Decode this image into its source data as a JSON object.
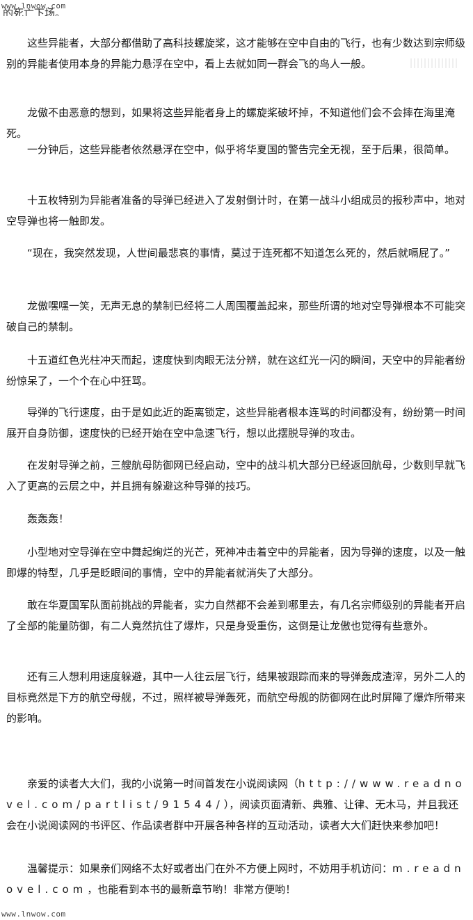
{
  "watermark": {
    "top": "www.lnwow.com",
    "bottom": "www.lnwow.com"
  },
  "cut_line": "的死亡下场。",
  "paragraphs": [
    "这些异能者，大部分都借助了高科技螺旋桨，这才能够在空中自由的飞行，也有少数达到宗师级别的异能者使用本身的异能力悬浮在空中，看上去就如同一群会飞的鸟人一般。",
    "龙傲不由恶意的想到，如果将这些异能者身上的螺旋桨破坏掉，不知道他们会不会摔在海里淹死。",
    "一分钟后，这些异能者依然悬浮在空中，似乎将华夏国的警告完全无视，至于后果，很简单。",
    "十五枚特别为异能者准备的导弹已经进入了发射倒计时，在第一战斗小组成员的报秒声中，地对空导弹也将一触即发。",
    "“现在，我突然发现，人世间最悲哀的事情，莫过于连死都不知道怎么死的，然后就嗝屁了。”",
    "龙傲嘿嘿一笑，无声无息的禁制已经将二人周围覆盖起来，那些所谓的地对空导弹根本不可能突破自己的禁制。",
    "十五道红色光柱冲天而起，速度快到肉眼无法分辨，就在这红光一闪的瞬间，天空中的异能者纷纷惊呆了，一个个在心中狂骂。",
    "导弹的飞行速度，由于是如此近的距离锁定，这些异能者根本连骂的时间都没有，纷纷第一时间展开自身防御，速度快的已经开始在空中急速飞行，想以此摆脱导弹的攻击。",
    "在发射导弹之前，三艘航母防御网已经启动，空中的战斗机大部分已经返回航母，少数则早就飞入了更高的云层之中，并且拥有躲避这种导弹的技巧。",
    "轰轰轰！",
    "小型地对空导弹在空中舞起绚烂的光芒，死神冲击着空中的异能者，因为导弹的速度，以及一触即爆的特型，几乎是眨眼间的事情，空中的异能者就消失了大部分。",
    "敢在华夏国军队面前挑战的异能者，实力自然都不会差到哪里去，有几名宗师级别的异能者开启了全部的能量防御，有二人竟然抗住了爆炸，只是身受重伤，这倒是让龙傲也觉得有些意外。",
    "还有三人想利用速度躲避，其中一人往云层飞行，结果被跟踪而来的导弹轰成渣滓，另外二人的目标竟然是下方的航空母舰，不过，照样被导弹轰死，而航空母舰的防御网在此时屏障了爆炸所带来的影响。"
  ],
  "footer": {
    "p1_before": "亲爱的读者大大们，我的小说第一时间首发在小说阅读网（",
    "p1_url": "http://www.readnovel.com/partlist/91544/",
    "p1_after": "），阅读页面清新、典雅、让律、无木马，并且我还会在小说阅读网的书评区、作品读者群中开展各种各样的互动活动，读者大大们赶快来参加吧！",
    "p2_before": "温馨提示：如果亲们网络不太好或者出门在外不方便上网时，不妨用手机访问：",
    "p2_url": "m.readnovel.com",
    "p2_after": "，也能看到本书的最新章节哟！非常方便哟！"
  }
}
